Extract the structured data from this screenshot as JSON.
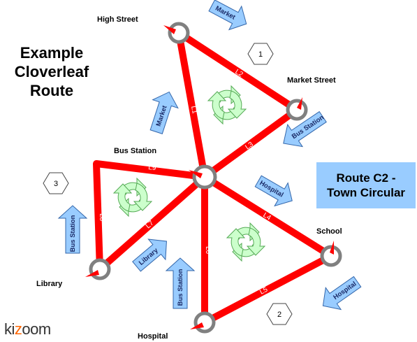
{
  "title": {
    "line1": "Example",
    "line2": "Cloverleaf",
    "line3": "Route"
  },
  "route_box": {
    "line1": "Route C2 -",
    "line2": "Town Circular"
  },
  "brand": {
    "text_before": "ki",
    "dot": "z",
    "text_after": "oom"
  },
  "stops": {
    "high_street": "High Street",
    "market_street": "Market Street",
    "bus_station": "Bus Station",
    "library": "Library",
    "school": "School",
    "hospital": "Hospital"
  },
  "lines": {
    "l1": "L1",
    "l2": "L2",
    "l3": "L3",
    "l4": "L4",
    "l5": "L5",
    "l6": "L6",
    "l7": "L7",
    "l8": "L8",
    "l9": "L9"
  },
  "arrows": {
    "market_top": "Market",
    "market_left": "Market",
    "bus_station_right": "Bus Station",
    "hospital_mid": "Hospital",
    "bus_station_left": "Bus Station",
    "library_mid": "Library",
    "bus_station_bottom": "Bus Station",
    "hospital_right": "Hospital"
  },
  "hexagons": {
    "h1": "1",
    "h2": "2",
    "h3": "3"
  },
  "colors": {
    "route": "#ff0000",
    "stop_ring": "#808080",
    "arrow_fill": "#99ccff",
    "cycle": "#ccffcc",
    "route_box": "#99ccff"
  }
}
